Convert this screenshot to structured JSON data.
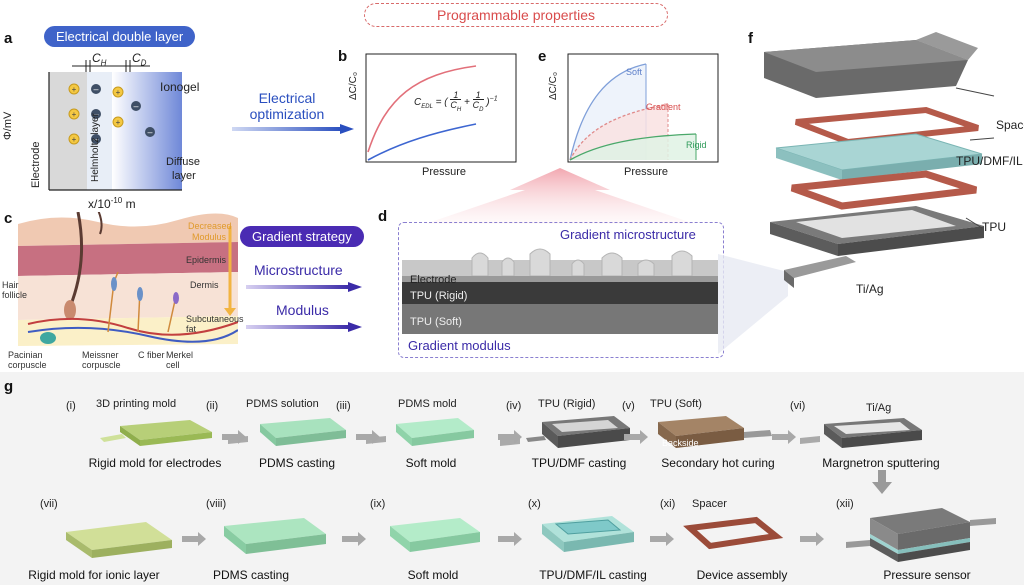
{
  "header": {
    "programmable": "Programmable properties"
  },
  "panels": {
    "a": {
      "letter": "a",
      "pill": "Electrical double layer",
      "ch": "C",
      "ch_sub": "H",
      "cd": "C",
      "cd_sub": "D",
      "ionogel": "Ionogel",
      "electrode": "Electrode",
      "helmholtz": "Helmholtz layer",
      "diffuse1": "Diffuse",
      "diffuse2": "layer",
      "yaxis": "Φ/mV",
      "xaxis": "x/10",
      "xexp": "-10",
      "xunit": " m"
    },
    "arrow1": {
      "line1": "Electrical",
      "line2": "optimization"
    },
    "b": {
      "letter": "b",
      "ylabel": "ΔC/C₀",
      "xlabel": "Pressure",
      "formula_lhs": "C_EDL = (",
      "formula_rhs": ")⁻¹"
    },
    "e": {
      "letter": "e",
      "ylabel": "ΔC/C₀",
      "xlabel": "Pressure",
      "soft": "Soft",
      "gradient": "Gradient",
      "rigid": "Rigid"
    },
    "c": {
      "letter": "c",
      "decreased": "Decreased",
      "modulus_lbl": "Modulus",
      "epidermis": "Epidermis",
      "dermis": "Dermis",
      "hair": "Hair follicle",
      "subcut": "Subcutaneous fat",
      "pacinian": "Pacinian corpuscle",
      "meissner": "Meissner corpuscle",
      "cfiber": "C fiber",
      "merkel": "Merkel cell"
    },
    "strategy": {
      "pill": "Gradient strategy",
      "micro": "Microstructure",
      "modulus": "Modulus"
    },
    "d": {
      "letter": "d",
      "top": "Gradient microstructure",
      "electrode": "Electrode",
      "rigid": "TPU (Rigid)",
      "soft": "TPU (Soft)",
      "bottom": "Gradient modulus"
    },
    "f": {
      "letter": "f",
      "spacer": "Spacer",
      "tpudmfil": "TPU/DMF/IL",
      "tpu": "TPU",
      "tiag": "Ti/Ag"
    }
  },
  "process": {
    "letter": "g",
    "row1": [
      {
        "num": "(i)",
        "top": "3D printing mold",
        "caption": "Rigid mold for electrodes"
      },
      {
        "num": "(ii)",
        "top": "PDMS solution",
        "caption": "PDMS casting"
      },
      {
        "num": "(iii)",
        "top": "PDMS mold",
        "caption": "Soft mold"
      },
      {
        "num": "(iv)",
        "top": "TPU (Rigid)",
        "caption": "TPU/DMF casting"
      },
      {
        "num": "(v)",
        "top": "TPU (Soft)",
        "caption": "Secondary hot curing",
        "extra": "Backside"
      },
      {
        "num": "(vi)",
        "top": "Ti/Ag",
        "caption": "Margnetron sputtering"
      }
    ],
    "row2": [
      {
        "num": "(vii)",
        "caption": "Rigid mold for ionic layer"
      },
      {
        "num": "(viii)",
        "caption": "PDMS casting"
      },
      {
        "num": "(ix)",
        "caption": "Soft mold"
      },
      {
        "num": "(x)",
        "caption": "TPU/DMF/IL casting"
      },
      {
        "num": "(xi)",
        "top": "Spacer",
        "caption": "Device assembly"
      },
      {
        "num": "(xii)",
        "caption": "Pressure sensor"
      }
    ]
  },
  "colors": {
    "accent_blue": "#3f63c9",
    "purple": "#4a2bb3",
    "red": "#d94c4c",
    "green": "#2f9a5a"
  }
}
